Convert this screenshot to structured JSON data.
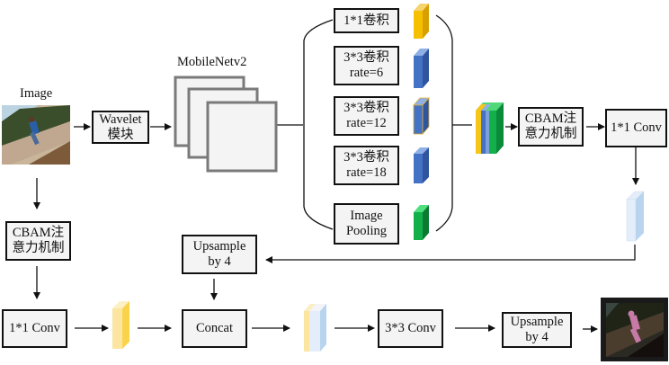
{
  "input_label": "Image",
  "backbone_label": "MobileNetv2",
  "boxes": {
    "wavelet": [
      "Wavelet",
      "模块"
    ],
    "aspp_1x1": [
      "1*1卷积"
    ],
    "aspp_r6": [
      "3*3卷积",
      "rate=6"
    ],
    "aspp_r12": [
      "3*3卷积",
      "rate=12"
    ],
    "aspp_r18": [
      "3*3卷积",
      "rate=18"
    ],
    "aspp_pool": [
      "Image",
      "Pooling"
    ],
    "cbam_top": [
      "CBAM注",
      "意力机制"
    ],
    "conv1x1_top": [
      "1*1 Conv"
    ],
    "cbam_left": [
      "CBAM注",
      "意力机制"
    ],
    "conv1x1_left": [
      "1*1 Conv"
    ],
    "upsample_mid": [
      "Upsample",
      "by 4"
    ],
    "concat": [
      "Concat"
    ],
    "conv3x3": [
      "3*3 Conv"
    ],
    "upsample_out": [
      "Upsample",
      "by 4"
    ]
  },
  "colors": {
    "yellow": "#f5c518",
    "blue": "#4472c4",
    "green": "#12b04a",
    "light_blue": "#bcd7f0",
    "light_yellow": "#fbe29a"
  }
}
